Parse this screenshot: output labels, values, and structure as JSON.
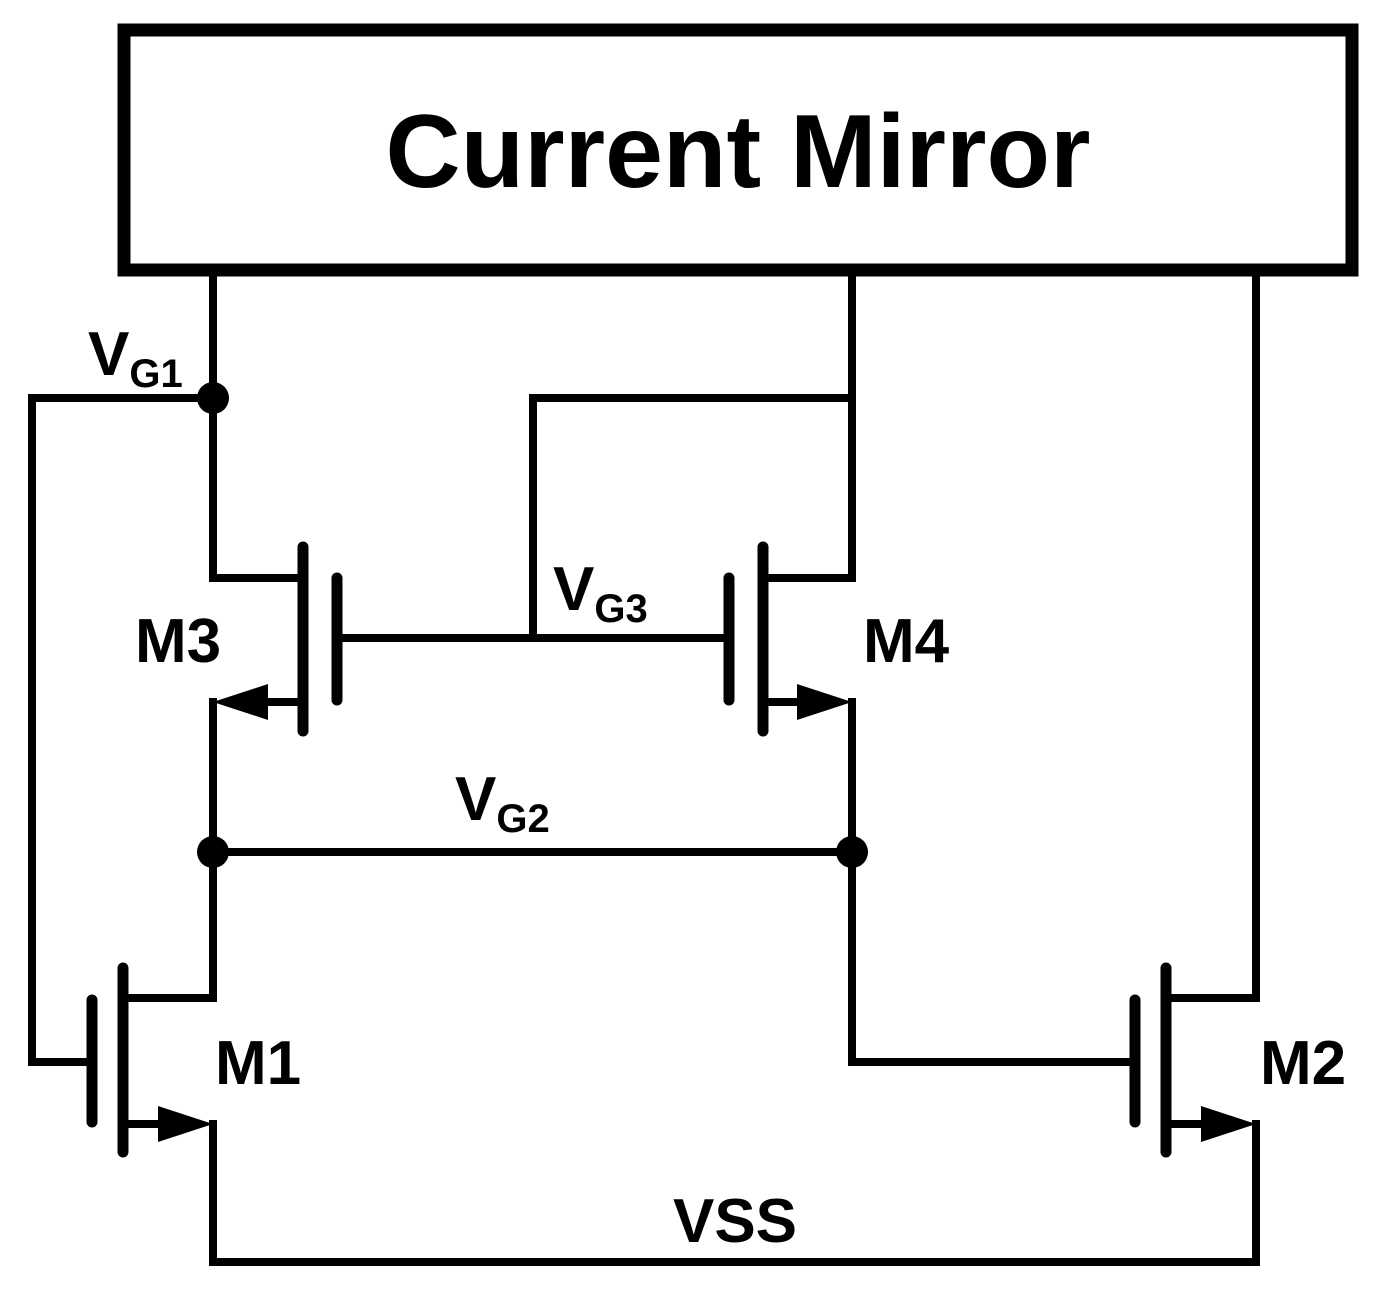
{
  "block": {
    "title": "Current Mirror"
  },
  "transistors": {
    "m1": "M1",
    "m2": "M2",
    "m3": "M3",
    "m4": "M4"
  },
  "nodes": {
    "vg1": {
      "main": "V",
      "sub": "G1"
    },
    "vg2": {
      "main": "V",
      "sub": "G2"
    },
    "vg3": {
      "main": "V",
      "sub": "G3"
    },
    "vss": "VSS"
  }
}
